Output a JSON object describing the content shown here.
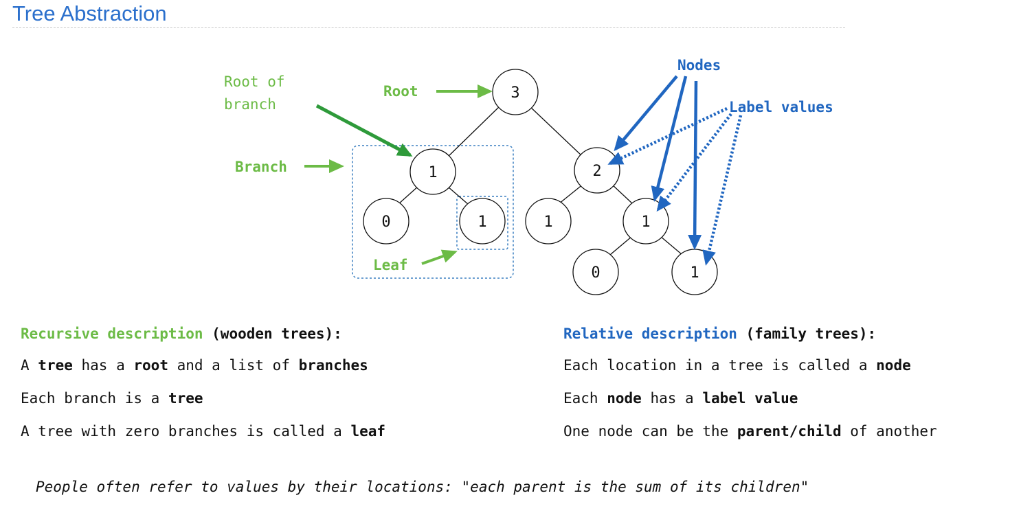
{
  "title": "Tree Abstraction",
  "diagram": {
    "node_labels": [
      "3",
      "1",
      "0",
      "1",
      "2",
      "1",
      "1",
      "0",
      "1"
    ],
    "annotations": {
      "root": "Root",
      "root_of_branch_1": "Root of",
      "root_of_branch_2": "branch",
      "branch": "Branch",
      "leaf": "Leaf",
      "nodes": "Nodes",
      "label_values": "Label values"
    },
    "colors": {
      "green": "#6cbb46",
      "dark_green": "#2e9a3a",
      "blue": "#2066c0",
      "box": "#3a7fc0"
    }
  },
  "recursive": {
    "heading_colored": "Recursive description",
    "heading_rest": " (wooden trees):",
    "line1": [
      "A ",
      "tree",
      " has a ",
      "root",
      " and a list of ",
      "branches"
    ],
    "line2": [
      "Each branch is a ",
      "tree"
    ],
    "line3": [
      "A tree with zero branches is called a ",
      "leaf"
    ]
  },
  "relative": {
    "heading_colored": "Relative description",
    "heading_rest": " (family trees):",
    "line1": [
      "Each location in a tree is called a ",
      "node"
    ],
    "line2": [
      "Each ",
      "node",
      " has a ",
      "label value"
    ],
    "line3": [
      "One node can be the ",
      "parent",
      "/",
      "child",
      " of another"
    ]
  },
  "footer": {
    "italic_1": "People often refer to values by their locations: ",
    "quote_open": "\"",
    "italic_2": "each parent is the sum of its children",
    "quote_close": "\""
  }
}
